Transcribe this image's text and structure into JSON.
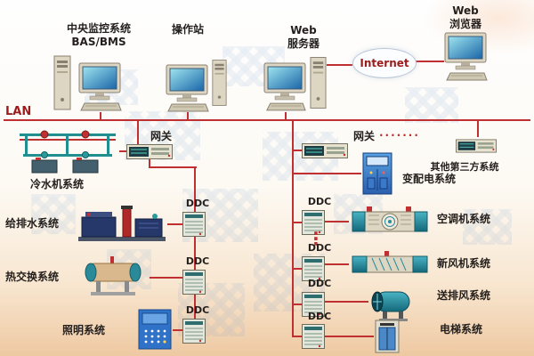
{
  "top": {
    "central_station": "中央监控系统\nBAS/BMS",
    "operator_station": "操作站",
    "web_server": "Web\n服务器",
    "web_browser": "Web\n浏览器",
    "internet": "Internet",
    "lan": "LAN"
  },
  "left": {
    "gateway": "网关",
    "chiller": "冷水机系统",
    "rows": [
      {
        "label": "给排水系统",
        "ddc": "DDC"
      },
      {
        "label": "热交换系统",
        "ddc": "DDC"
      },
      {
        "label": "照明系统",
        "ddc": "DDC"
      }
    ]
  },
  "right": {
    "gateway": "网关",
    "gateway_dots": "·······",
    "third_party": "其他第三方系统",
    "power": "变配电系统",
    "continuation_dots": "⋮",
    "rows": [
      {
        "ddc": "DDC",
        "label": "空调机系统"
      },
      {
        "ddc": "DDC",
        "label": "新风机系统"
      },
      {
        "ddc": "DDC",
        "label": "送排风系统"
      },
      {
        "ddc": "DDC",
        "label": "电梯系统"
      }
    ]
  },
  "colors": {
    "connector": "#c03030",
    "pipe": "#1f8f8f"
  }
}
